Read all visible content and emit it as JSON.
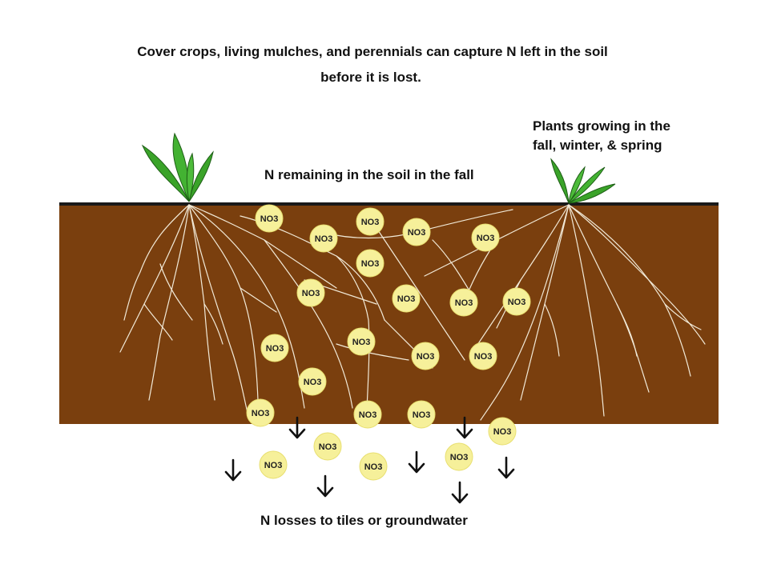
{
  "title": {
    "line1": "Cover crops, living mulches, and perennials can capture N left in the soil",
    "line2": "before it is lost."
  },
  "labels": {
    "plants_line1": "Plants growing in the",
    "plants_line2": "fall, winter, & spring",
    "n_remaining": "N remaining in the soil in the fall",
    "n_losses": "N losses to tiles or groundwater"
  },
  "nitrate_label": "NO3",
  "colors": {
    "soil": "#7a3f0e",
    "nitrate": "#f6f09a",
    "leaf": "#3aa329",
    "root": "#f2ead8"
  },
  "icons": [
    "plant-icon",
    "arrow-down-icon"
  ]
}
